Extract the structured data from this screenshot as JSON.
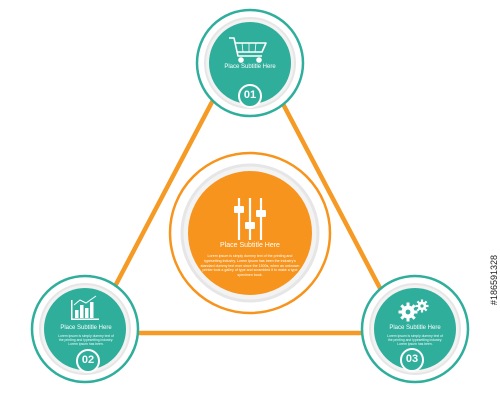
{
  "colors": {
    "teal": "#2fae9c",
    "teal_ring": "#36a88f",
    "orange": "#f7941d",
    "orange_line": "#f59a24",
    "grey_ring": "#e6e6e6"
  },
  "center": {
    "icon": "equalizer-sliders-icon",
    "title": "Place Subtitle Here",
    "body": "Lorem ipsum is simply dummy text of the printing and typesetting industry. Lorem Ipsum has been the industry's standard dummy text ever since the 1500s, when an unknown printer took a galley of type and scrambled it to make a type specimen book."
  },
  "nodes": [
    {
      "number": "01",
      "icon": "shopping-cart-icon",
      "title": "Place Subtitle Here",
      "body": ""
    },
    {
      "number": "02",
      "icon": "bar-chart-icon",
      "title": "Place Subtitle Here",
      "body": "Lorem ipsum is simply dummy text of the printing and typesetting industry. Lorem ipsum has been."
    },
    {
      "number": "03",
      "icon": "gears-icon",
      "title": "Place Subtitle Here",
      "body": "Lorem ipsum is simply dummy text of the printing and typesetting industry. Lorem ipsum has been."
    }
  ],
  "stock_id": "#186591328"
}
